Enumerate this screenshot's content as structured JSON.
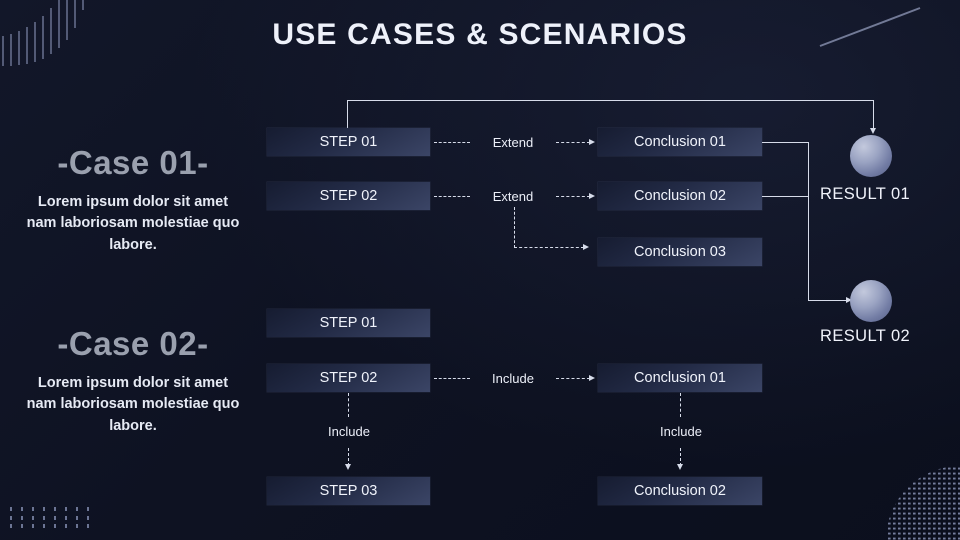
{
  "page_title": "USE CASES & SCENARIOS",
  "theme": {
    "background": "#0d1120",
    "text": "#e8ecf7",
    "box_gradient_from": "#161c31",
    "box_gradient_to": "#3b4566",
    "connector": "#d7dcea",
    "case_title": "#9aa0ae",
    "sphere_highlight": "#c3c9dd",
    "sphere_shadow": "#545d85"
  },
  "cases": [
    {
      "title": "-Case 01-",
      "description": "Lorem ipsum dolor sit amet nam laboriosam molestiae quo labore."
    },
    {
      "title": "-Case 02-",
      "description": "Lorem ipsum dolor sit amet nam laboriosam molestiae quo labore."
    }
  ],
  "case1_flow": {
    "steps": [
      "STEP 01",
      "STEP 02"
    ],
    "conclusions": [
      "Conclusion 01",
      "Conclusion 02",
      "Conclusion 03"
    ],
    "edge_labels": [
      "Extend",
      "Extend"
    ]
  },
  "case2_flow": {
    "steps": [
      "STEP 01",
      "STEP 02",
      "STEP 03"
    ],
    "conclusions": [
      "Conclusion 01",
      "Conclusion 02"
    ],
    "edge_labels": {
      "horizontal": "Include",
      "step_vertical": "Include",
      "conclusion_vertical": "Include"
    }
  },
  "results": [
    {
      "label": "RESULT 01"
    },
    {
      "label": "RESULT 02"
    }
  ]
}
